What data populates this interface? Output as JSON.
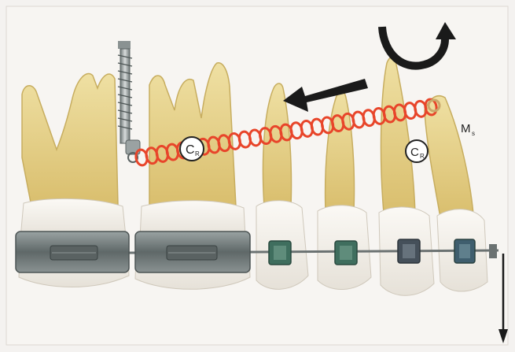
{
  "figure": {
    "labels": {
      "cr_left_main": "C",
      "cr_left_sub": "R",
      "cr_right_main": "C",
      "cr_right_sub": "R",
      "moment_main": "M",
      "moment_sub": "s"
    },
    "icons": [
      "miniscrew-implant-icon",
      "elastic-chain-icon",
      "force-arrow-icon",
      "rotation-arrow-icon",
      "extrusion-arrow-icon",
      "bracket-icon",
      "molar-band-icon"
    ],
    "colors": {
      "background": "#f4f2f0",
      "tooth_root": "#e6d08a",
      "tooth_crown": "#f6f3ee",
      "elastic_chain": "#e8452a",
      "band_metal": "#707a7a",
      "bracket": "#3f6e5e",
      "arrow": "#1a1a1a"
    }
  }
}
